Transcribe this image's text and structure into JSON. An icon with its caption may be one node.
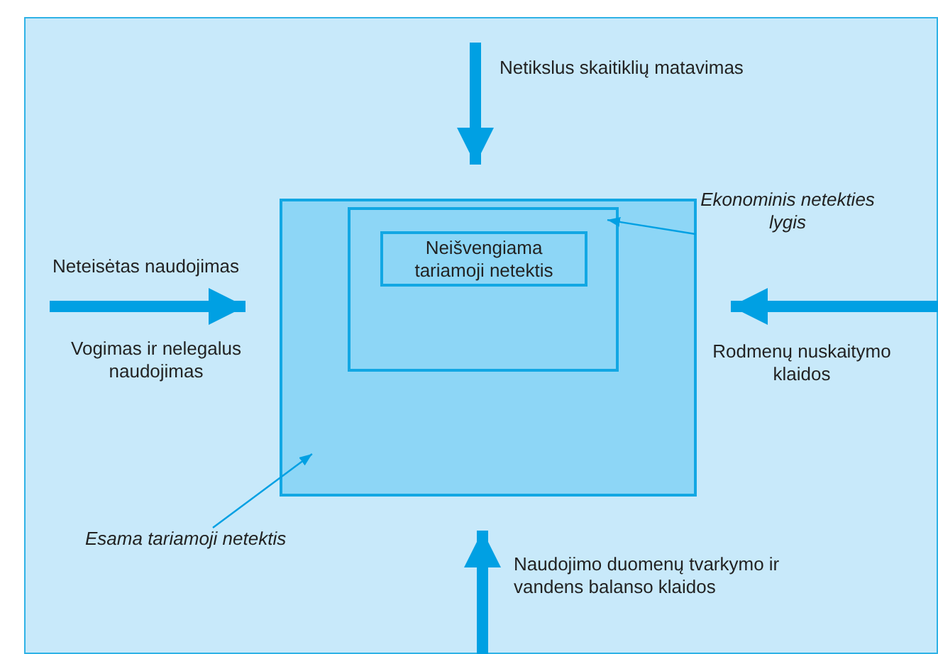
{
  "diagram": {
    "nodes": [
      {
        "text": [],
        "shape": "box"
      },
      {
        "text": [],
        "shape": "box",
        "in": 0
      },
      {
        "text": [
          "Neišvengiama tariamoji netektis"
        ],
        "in": 1
      },
      {
        "text": [
          "Ekonominis netekties lygis"
        ]
      },
      {
        "text": [
          "Esama tariamoji netektis"
        ]
      }
    ],
    "edges": [
      {
        "from": null,
        "to": 0,
        "arrow": "to",
        "label": "Netikslus skaitiklių matavimas"
      },
      {
        "from": null,
        "to": 0,
        "arrow": "to",
        "label": "Neteisėtas naudojimas"
      },
      {
        "from": null,
        "to": 0,
        "arrow": "to",
        "label": "Rodmenų nuskaitymo klaidos"
      },
      {
        "from": null,
        "to": 0,
        "arrow": "to",
        "label": "Naudojimo duomenų tvarkymo ir vandens balanso klaidos"
      },
      {
        "from": 3,
        "to": 1,
        "arrow": "to"
      },
      {
        "from": 4,
        "to": 0,
        "arrow": "to"
      }
    ],
    "labels": [
      "Vogimas ir nelegalus naudojimas"
    ]
  }
}
